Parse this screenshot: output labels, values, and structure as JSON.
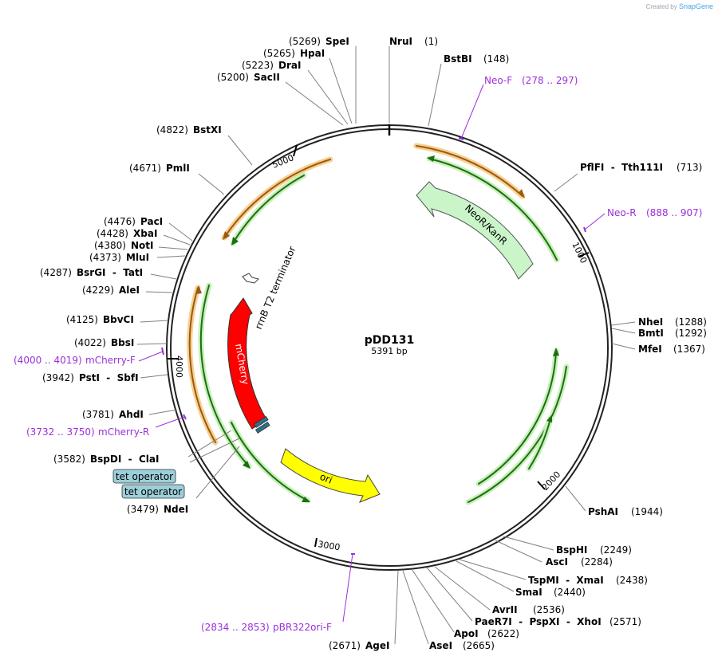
{
  "credit": {
    "prefix": "Created by",
    "brand": "SnapGene"
  },
  "plasmid": {
    "name": "pDD131",
    "length_label": "5391 bp"
  },
  "ticks": [
    "1000",
    "2000",
    "3000",
    "4000",
    "5000"
  ],
  "enzymes": [
    {
      "pos": "(5269)",
      "name": "SpeI"
    },
    {
      "pos": "(5265)",
      "name": "HpaI"
    },
    {
      "pos": "(5223)",
      "name": "DraI"
    },
    {
      "pos": "(5200)",
      "name": "SacII"
    },
    {
      "pos": "(1)",
      "name": "NruI"
    },
    {
      "pos": "(148)",
      "name": "BstBI"
    },
    {
      "pos": "(4822)",
      "name": "BstXI"
    },
    {
      "pos": "(4671)",
      "name": "PmlI"
    },
    {
      "pos": "(713)",
      "name": "PflFI  -  Tth111I"
    },
    {
      "pos": "(4476)",
      "name": "PacI"
    },
    {
      "pos": "(4428)",
      "name": "XbaI"
    },
    {
      "pos": "(4380)",
      "name": "NotI"
    },
    {
      "pos": "(4373)",
      "name": "MluI"
    },
    {
      "pos": "(4287)",
      "name": "BsrGI  -  TatI"
    },
    {
      "pos": "(4229)",
      "name": "AleI"
    },
    {
      "pos": "(4125)",
      "name": "BbvCI"
    },
    {
      "pos": "(4022)",
      "name": "BbsI"
    },
    {
      "pos": "(3942)",
      "name": "PstI  -  SbfI"
    },
    {
      "pos": "(3781)",
      "name": "AhdI"
    },
    {
      "pos": "(3582)",
      "name": "BspDI  -  ClaI"
    },
    {
      "pos": "(3479)",
      "name": "NdeI"
    },
    {
      "pos": "(1288)",
      "name": "NheI"
    },
    {
      "pos": "(1292)",
      "name": "BmtI"
    },
    {
      "pos": "(1367)",
      "name": "MfeI"
    },
    {
      "pos": "(1944)",
      "name": "PshAI"
    },
    {
      "pos": "(2249)",
      "name": "BspHI"
    },
    {
      "pos": "(2284)",
      "name": "AscI"
    },
    {
      "pos": "(2438)",
      "name": "TspMI  -  XmaI"
    },
    {
      "pos": "(2440)",
      "name": "SmaI"
    },
    {
      "pos": "(2536)",
      "name": "AvrII"
    },
    {
      "pos": "(2571)",
      "name": "PaeR7I  -  PspXI  -  XhoI"
    },
    {
      "pos": "(2622)",
      "name": "ApoI"
    },
    {
      "pos": "(2665)",
      "name": "AseI"
    },
    {
      "pos": "(2671)",
      "name": "AgeI"
    }
  ],
  "primers": [
    {
      "name": "Neo-F",
      "range": "(278 .. 297)"
    },
    {
      "name": "Neo-R",
      "range": "(888 .. 907)"
    },
    {
      "name": "mCherry-F",
      "range": "(4000 .. 4019)"
    },
    {
      "name": "mCherry-R",
      "range": "(3732 .. 3750)"
    },
    {
      "name": "pBR322ori-F",
      "range": "(2834 .. 2853)"
    }
  ],
  "features": {
    "neo": "NeoR/KanR",
    "mcherry": "mCherry",
    "ori": "ori",
    "terminator": "rrnB T2 terminator",
    "tet1": "tet operator",
    "tet2": "tet operator"
  },
  "colors": {
    "backbone": "#000000",
    "neo": "#c9f5c9",
    "mcherry": "#ff0000",
    "ori": "#ffff00",
    "operator": "#2f6f84",
    "primer": "#9b30d9",
    "orf_orange": "#f5b041",
    "orf_green": "#55b848"
  }
}
